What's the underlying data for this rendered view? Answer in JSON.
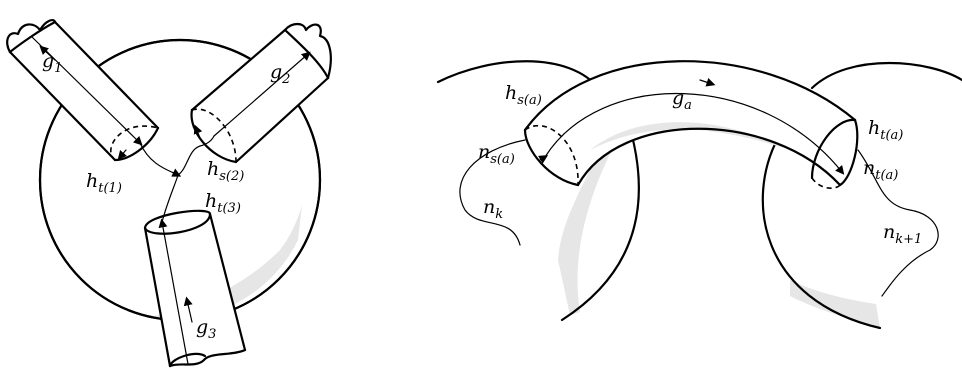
{
  "left_panel": {
    "labels": {
      "g1": {
        "base": "g",
        "sub": "1"
      },
      "g2": {
        "base": "g",
        "sub": "2"
      },
      "g3": {
        "base": "g",
        "sub": "3"
      },
      "ht1": {
        "base": "h",
        "sub": "t(1)"
      },
      "hs2": {
        "base": "h",
        "sub": "s(2)"
      },
      "ht3": {
        "base": "h",
        "sub": "t(3)"
      }
    }
  },
  "right_panel": {
    "labels": {
      "ga": {
        "base": "g",
        "sub": "a"
      },
      "hsa": {
        "base": "h",
        "sub": "s(a)"
      },
      "hta": {
        "base": "h",
        "sub": "t(a)"
      },
      "nsa": {
        "base": "n",
        "sub": "s(a)"
      },
      "nta": {
        "base": "n",
        "sub": "t(a)"
      },
      "nk": {
        "base": "n",
        "sub": "k"
      },
      "nk1": {
        "base": "n",
        "sub": "k+1"
      }
    }
  },
  "colors": {
    "ink": "#000000",
    "shade": "#e6e6e6",
    "paper": "#ffffff"
  }
}
